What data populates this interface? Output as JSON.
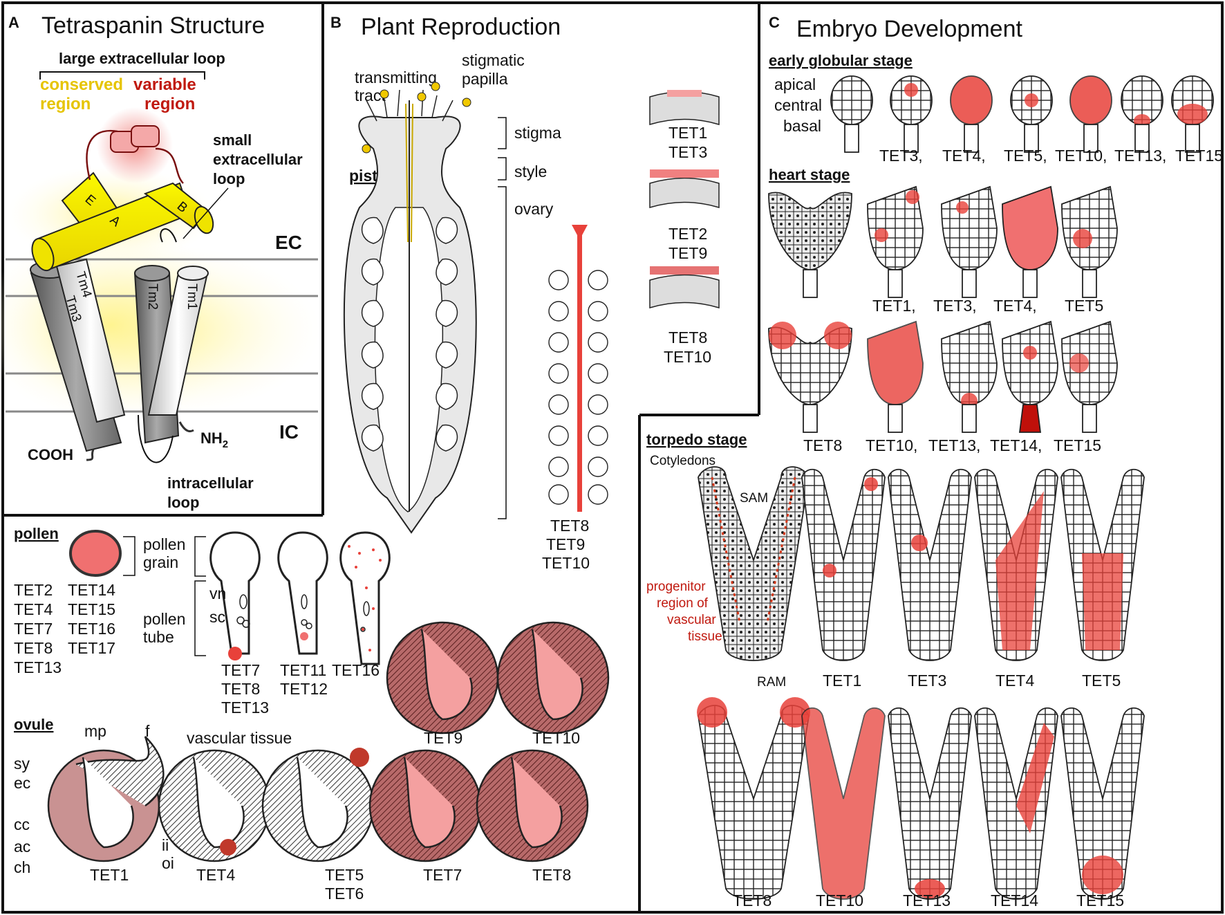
{
  "panelA": {
    "letter": "A",
    "title": "Tetraspanin Structure",
    "large_loop": "large extracellular loop",
    "conserved": [
      "conserved",
      "region"
    ],
    "variable": [
      "variable",
      "region"
    ],
    "small_loop": [
      "small",
      "extracellular",
      "loop"
    ],
    "helix_E": "E",
    "helix_A": "A",
    "helix_B": "B",
    "tm4": "Tm4",
    "tm3": "Tm3",
    "tm2": "Tm2",
    "tm1": "Tm1",
    "ec": "EC",
    "ic": "IC",
    "nh2": "NH",
    "nh2_sub": "2",
    "cooh": "COOH",
    "intra_loop": [
      "intracellular",
      "loop"
    ]
  },
  "panelB": {
    "letter": "B",
    "title": "Plant Reproduction",
    "transmitting": [
      "transmitting",
      "tract"
    ],
    "stigmatic": [
      "stigmatic",
      "papilla"
    ],
    "pistil": "pistil",
    "stigma": "stigma",
    "style": "style",
    "ovary": "ovary",
    "stigma_groups": [
      [
        "TET1",
        "TET3"
      ],
      [
        "TET2",
        "TET9"
      ],
      [
        "TET8",
        "TET10"
      ]
    ],
    "pistil_tets": [
      "TET8",
      "TET9",
      "TET10"
    ]
  },
  "pollen": {
    "title": "pollen",
    "grain": [
      "pollen",
      "grain"
    ],
    "tube": [
      "pollen",
      "tube"
    ],
    "vn": "vn",
    "sc": "sc",
    "grain_tets_col1": [
      "TET2",
      "TET4",
      "TET7",
      "TET8",
      "TET13"
    ],
    "grain_tets_col2": [
      "TET14",
      "TET15",
      "TET16",
      "TET17"
    ],
    "tube_groups": [
      [
        "TET7",
        "TET8",
        "TET13"
      ],
      [
        "TET11",
        "TET12"
      ],
      [
        "TET16"
      ]
    ]
  },
  "ovule": {
    "title": "ovule",
    "mp": "mp",
    "f": "f",
    "sy": "sy",
    "ec": "ec",
    "cc": "cc",
    "ac": "ac",
    "ch": "ch",
    "ii": "ii",
    "oi": "oi",
    "vascular": "vascular tissue",
    "labels": [
      "TET1",
      "TET4",
      "TET5",
      "TET6",
      "TET7",
      "TET8",
      "TET9",
      "TET10"
    ]
  },
  "panelC": {
    "letter": "C",
    "title": "Embryo Development",
    "early": "early globular stage",
    "apical": "apical",
    "central": "central",
    "basal": "basal",
    "early_tets": [
      "TET3,",
      "TET4,",
      "TET5,",
      "TET10,",
      "TET13,",
      "TET15"
    ],
    "heart": "heart stage",
    "heart_row1": [
      "TET1,",
      "TET3,",
      "TET4,",
      "TET5"
    ],
    "heart_row2": [
      "TET8",
      "TET10,",
      "TET13,",
      "TET14,",
      "TET15"
    ],
    "torpedo": "torpedo stage",
    "cotyledons": "Cotyledons",
    "sam": "SAM",
    "ram": "RAM",
    "progenitor": [
      "progenitor",
      "region of",
      "vascular",
      "tissue"
    ],
    "torpedo_row1": [
      "TET1",
      "TET3",
      "TET4",
      "TET5"
    ],
    "torpedo_row2": [
      "TET8",
      "TET10",
      "TET13",
      "TET14",
      "TET15"
    ]
  },
  "colors": {
    "expression_red": "#e8413a",
    "helix_yellow": "#f2ee00",
    "membrane_gray": "#8a8a8a",
    "ovule_brown": "#a85555"
  }
}
